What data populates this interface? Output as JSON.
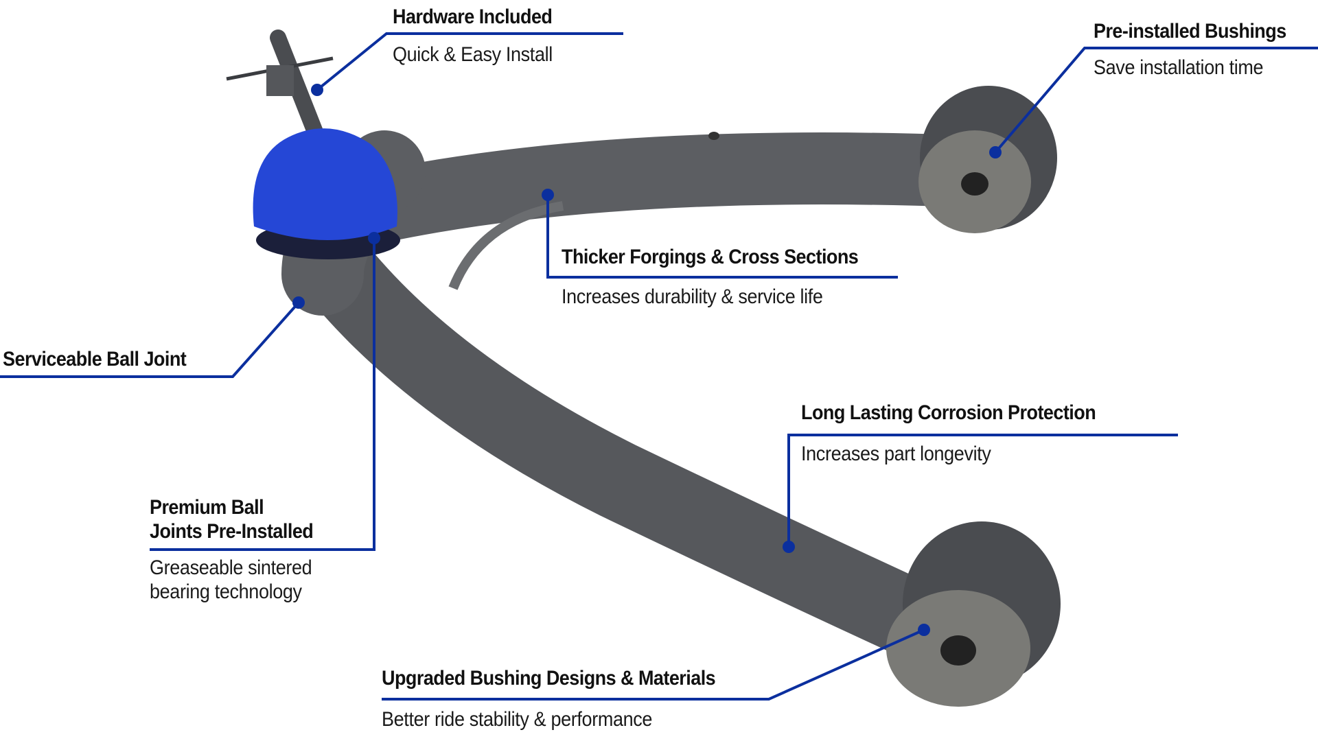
{
  "colors": {
    "callout": "#0b2f9e",
    "arm": "#5c5e62",
    "ball_joint": "#2547d6"
  },
  "callouts": [
    {
      "title": "Hardware Included",
      "subtitle": "Quick & Easy Install"
    },
    {
      "title": "Pre-installed Bushings",
      "subtitle": "Save installation time"
    },
    {
      "title": "Thicker Forgings & Cross Sections",
      "subtitle": "Increases durability & service life"
    },
    {
      "title": "Serviceable Ball Joint"
    },
    {
      "title_lines": [
        "Premium Ball",
        "Joints Pre-Installed"
      ],
      "subtitle_lines": [
        "Greaseable sintered",
        "bearing technology"
      ]
    },
    {
      "title": "Long Lasting Corrosion Protection",
      "subtitle": "Increases part longevity"
    },
    {
      "title": "Upgraded Bushing Designs & Materials",
      "subtitle": "Better ride stability & performance"
    }
  ]
}
